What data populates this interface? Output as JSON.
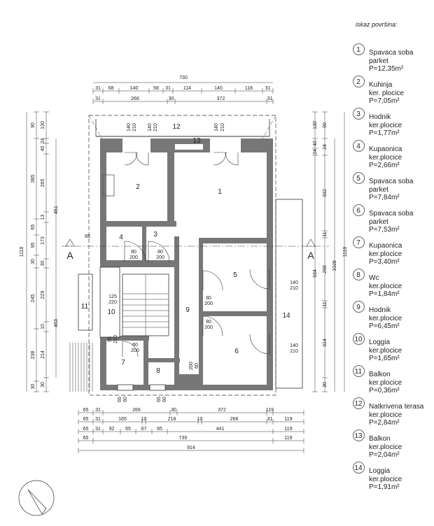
{
  "legend": {
    "title": "iskaz površina:",
    "items": [
      {
        "num": "1",
        "name": "Spavaca soba",
        "finish": "parket",
        "area": "P=12,35m²"
      },
      {
        "num": "2",
        "name": "Kuhinja",
        "finish": "ker. plocice",
        "area": "P=7,05m²"
      },
      {
        "num": "3",
        "name": "Hodnik",
        "finish": "ker.plocice",
        "area": "P=1,77m²"
      },
      {
        "num": "4",
        "name": "Kupaonica",
        "finish": "ker.plocice",
        "area": "P=2,66m²"
      },
      {
        "num": "5",
        "name": "Spavaca soba",
        "finish": "parket",
        "area": "P=7,84m²"
      },
      {
        "num": "6",
        "name": "Spavaca soba",
        "finish": "parket",
        "area": "P=7,53m²"
      },
      {
        "num": "7",
        "name": "Kupaonica",
        "finish": "ker.plocice",
        "area": "P=3,40m²"
      },
      {
        "num": "8",
        "name": "Wc",
        "finish": "ker.plocice",
        "area": "P=1,84m²"
      },
      {
        "num": "9",
        "name": "Hodnik",
        "finish": "ker.plocice",
        "area": "P=6,45m²"
      },
      {
        "num": "10",
        "name": "Loggia",
        "finish": "ker.plocice",
        "area": "P=1,65m²"
      },
      {
        "num": "11",
        "name": "Balkon",
        "finish": "ker.plocice",
        "area": "P=0,36m²"
      },
      {
        "num": "12",
        "name": "Natkrivena terasa",
        "finish": "ker.plocice",
        "area": "P=2,84m²"
      },
      {
        "num": "13",
        "name": "Balkon",
        "finish": "ker.plocice",
        "area": "P=2,04m²"
      },
      {
        "num": "14",
        "name": "Loggia",
        "finish": "ker.plocice",
        "area": "P=1,91m²"
      }
    ]
  },
  "plan": {
    "room_labels": [
      "1",
      "2",
      "3",
      "4",
      "5",
      "6",
      "7",
      "8",
      "9",
      "10",
      "11",
      "12",
      "13",
      "14"
    ],
    "section_marker": "A",
    "top_dims": {
      "overall": "730",
      "row1": [
        "31",
        "68",
        "140",
        "58",
        "31",
        "114",
        "140",
        "118",
        "31"
      ],
      "row2": [
        "31",
        "266",
        "30",
        "372",
        "31"
      ]
    },
    "bottom_dims": {
      "row1": [
        "65",
        "31",
        "266",
        "30",
        "372",
        "119"
      ],
      "row2": [
        "65",
        "31",
        "165",
        "10",
        "218",
        "10",
        "266",
        "31",
        "119"
      ],
      "row3": [
        "65",
        "31",
        "92",
        "65",
        "67",
        "65",
        "441",
        "119"
      ],
      "row4": [
        "65",
        "730",
        "119"
      ],
      "row5": [
        "914"
      ]
    },
    "left_dims": {
      "outer": "1118",
      "col1": [
        "90",
        "385",
        "65",
        "95",
        "30",
        "245",
        "238",
        "30"
      ],
      "col2": [
        "130",
        "24",
        "40",
        "265",
        "13",
        "173",
        "30",
        "229",
        "10",
        "214",
        "30"
      ],
      "col3": [
        "451",
        "453"
      ],
      "small": "65"
    },
    "right_dims": {
      "outer": "1118",
      "col1": [
        "90",
        "24",
        "332",
        "11",
        "296",
        "11",
        "314",
        "30"
      ],
      "col2": [
        "130",
        "40",
        "24",
        "934"
      ],
      "col3": [
        "1028"
      ]
    },
    "doors": [
      {
        "w": "140",
        "h": "210"
      },
      {
        "w": "140",
        "h": "210"
      },
      {
        "w": "80",
        "h": "200"
      },
      {
        "w": "80",
        "h": "200"
      },
      {
        "w": "80",
        "h": "200"
      },
      {
        "w": "80",
        "h": "200"
      },
      {
        "w": "140",
        "h": "210"
      },
      {
        "w": "140",
        "h": "210"
      },
      {
        "w": "60",
        "h": "200"
      },
      {
        "w": "200",
        "h": "60"
      },
      {
        "w": "125",
        "h": "220"
      },
      {
        "w": "55",
        "h": "210"
      },
      {
        "w": "65",
        "h": "60"
      },
      {
        "w": "65",
        "h": "60"
      }
    ],
    "north_arrow": "north"
  }
}
